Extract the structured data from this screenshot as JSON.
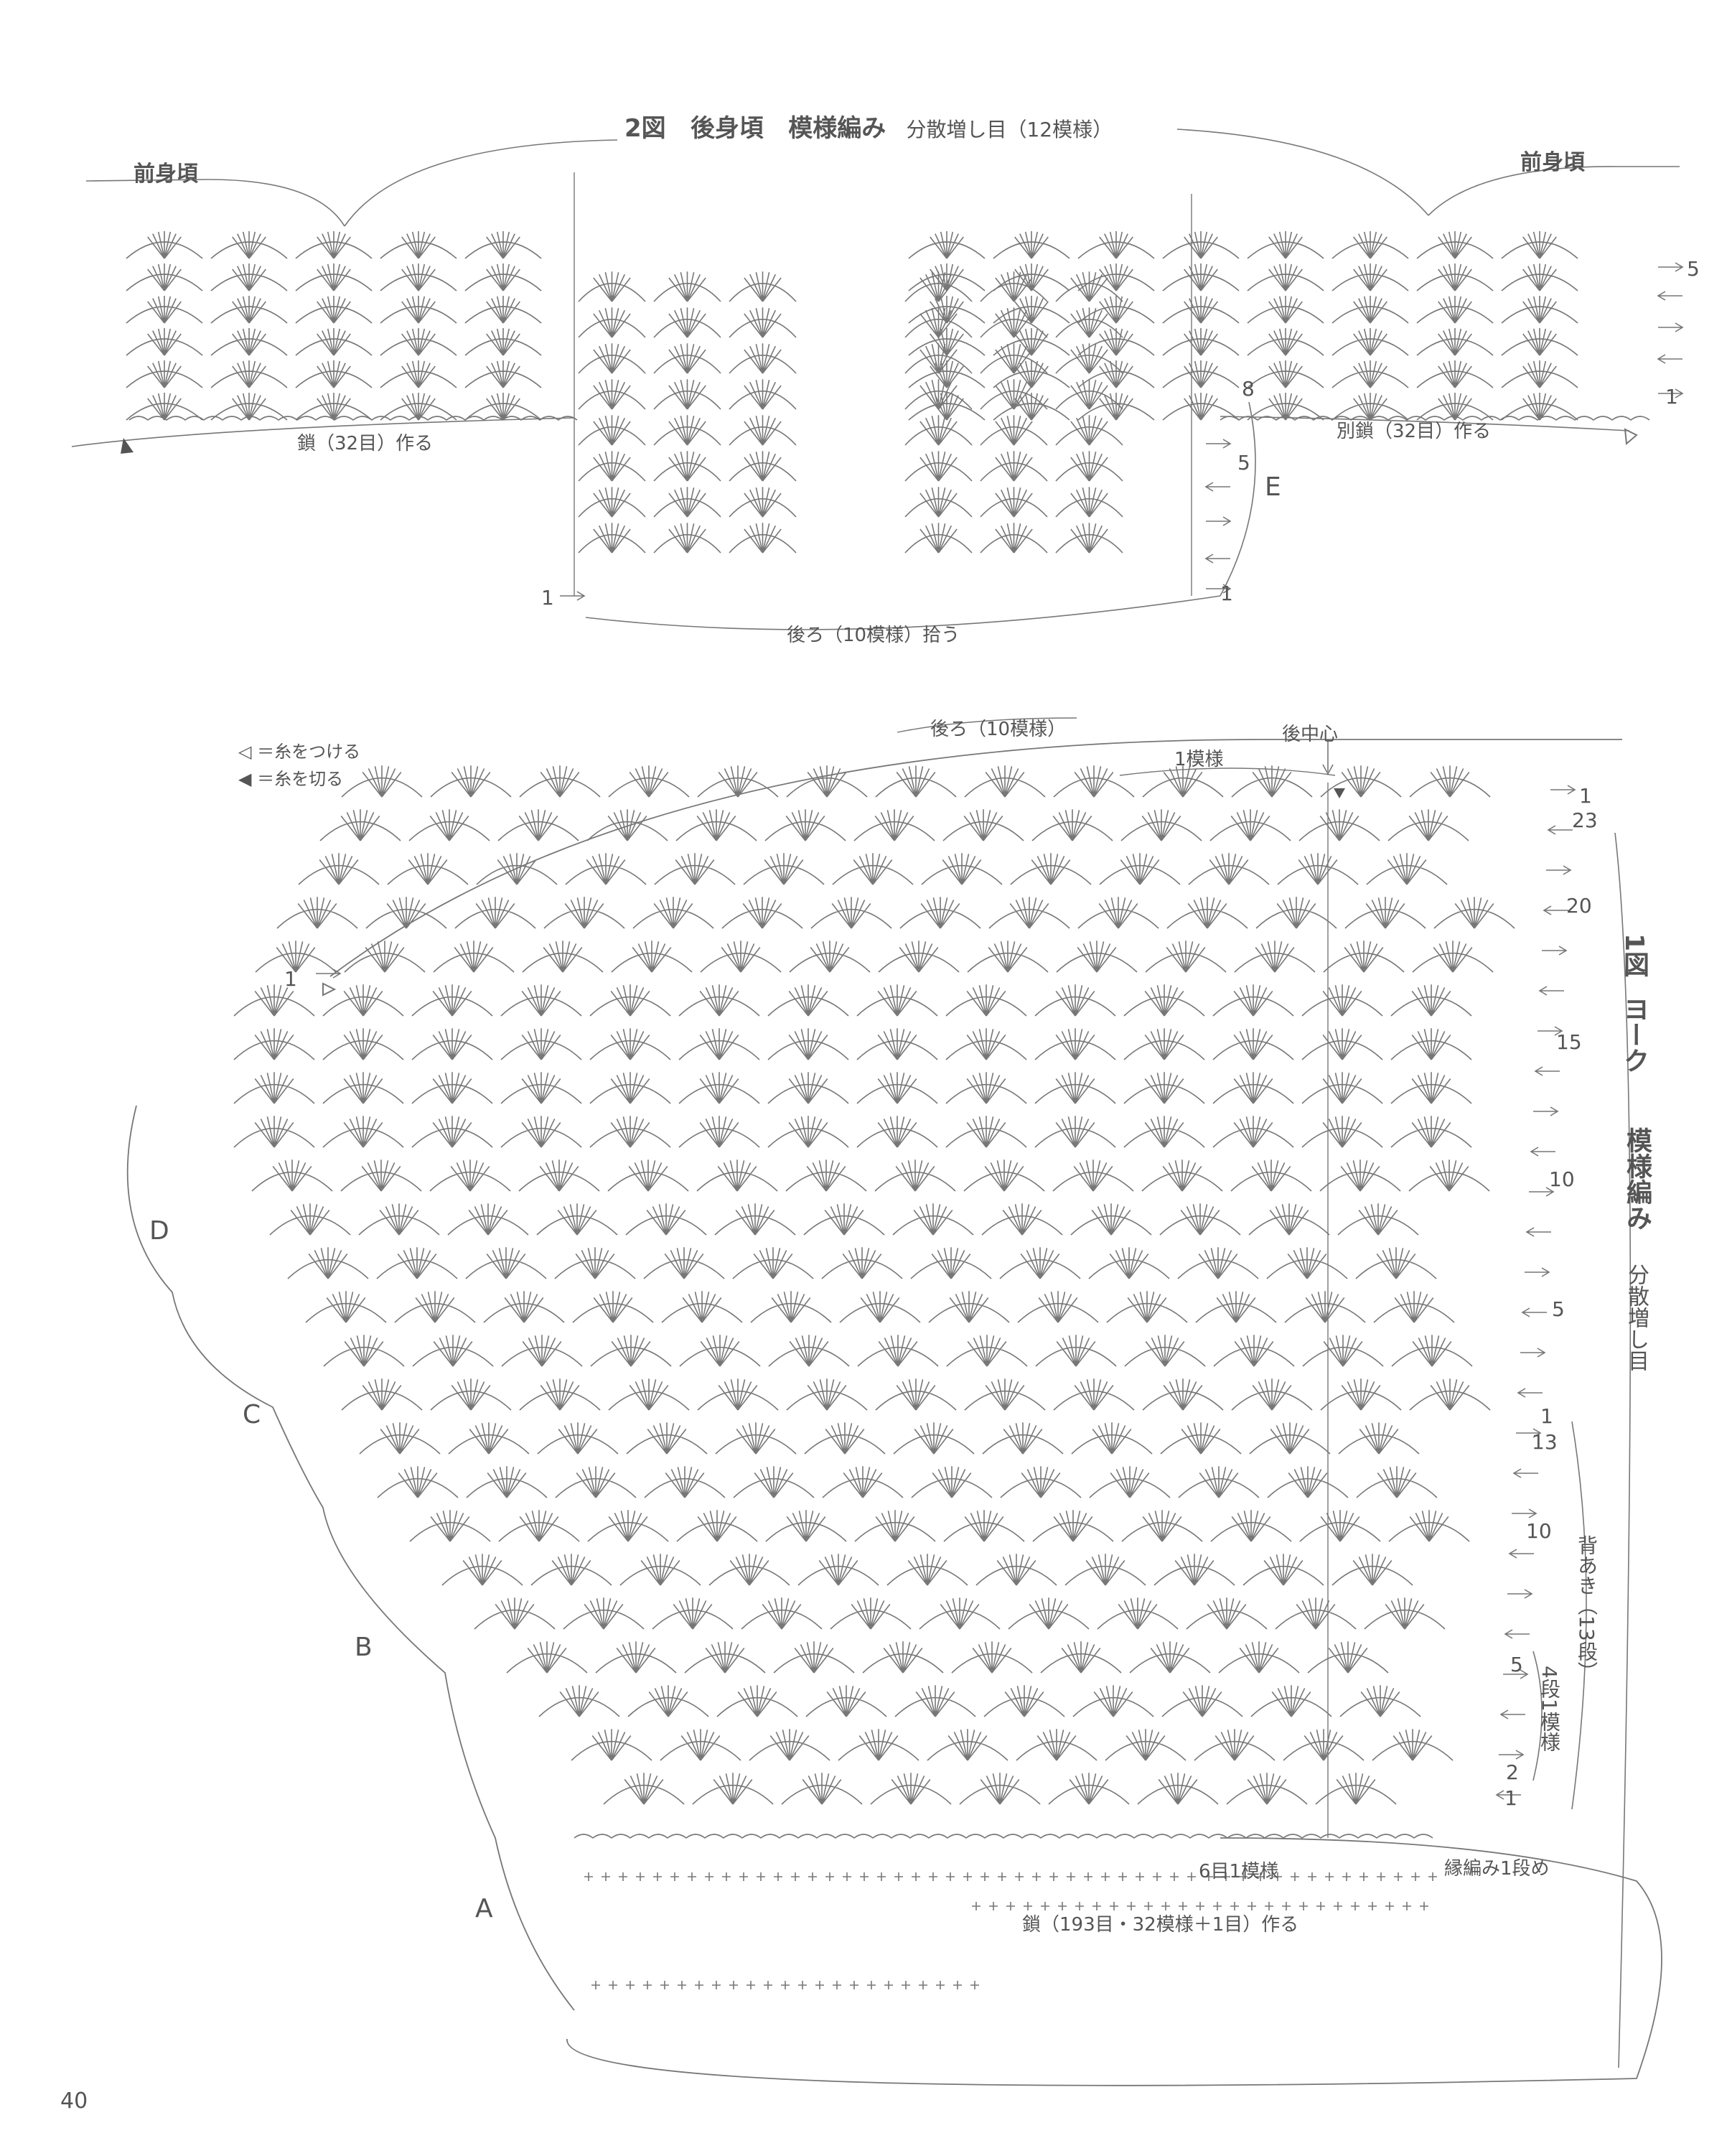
{
  "figure2": {
    "title_num": "2図",
    "title_part": "後身頃",
    "title_pattern": "模様編み",
    "title_sub": "分散増し目（12模様）",
    "front_left": "前身頃",
    "front_right": "前身頃",
    "chain_left": "鎖（32目）作る",
    "chain_right": "別鎖（32目）作る",
    "pickup": "後ろ（10模様）拾う",
    "letter_e": "E",
    "row_labels": [
      "5",
      "1",
      "8",
      "5",
      "1",
      "1"
    ]
  },
  "legend": {
    "attach": "◁ ＝糸をつける",
    "cut": "◀ ＝糸を切る"
  },
  "figure1": {
    "top_label": "後ろ（10模様）",
    "center_label": "後中心",
    "repeat_label": "1模様",
    "title_num": "1図",
    "title_part": "ヨーク",
    "title_pattern": "模様編み",
    "title_sub": "分散増し目",
    "back_opening": "背あき（13段）",
    "four_rows": "4段1模様",
    "six_stitch": "6目1模様",
    "edging": "縁編み1段め",
    "chain_bottom": "鎖（193目・32模様＋1目）作る",
    "row_numbers": [
      "1",
      "23",
      "20",
      "15",
      "10",
      "5",
      "1",
      "13",
      "10",
      "5",
      "2",
      "1"
    ],
    "left_row": "1",
    "letters": [
      "D",
      "C",
      "B",
      "A"
    ]
  },
  "page_number": "40"
}
